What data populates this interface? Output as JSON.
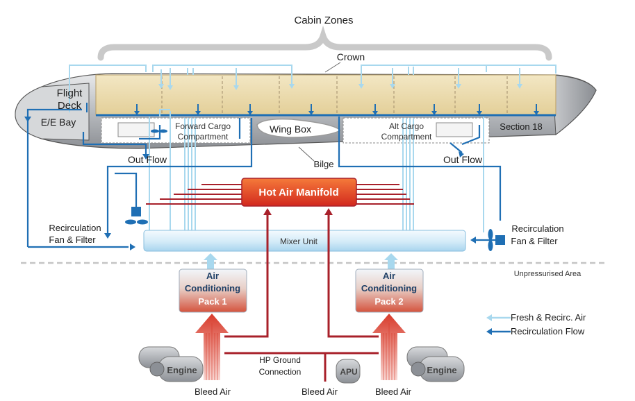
{
  "title": "Cabin Zones",
  "labels": {
    "crown": "Crown",
    "flight_deck_1": "Flight",
    "flight_deck_2": "Deck",
    "ee_bay": "E/E Bay",
    "fwd_cargo_1": "Forward Cargo",
    "fwd_cargo_2": "Compartment",
    "wing_box": "Wing Box",
    "aft_cargo_1": "Alt Cargo",
    "aft_cargo_2": "Compartment",
    "section_18": "Section 18",
    "out_flow_left": "Out Flow",
    "out_flow_right": "Out Flow",
    "bilge": "Bilge",
    "hot_air_manifold": "Hot Air Manifold",
    "recirc_left_1": "Recirculation",
    "recirc_left_2": "Fan & Filter",
    "recirc_right_1": "Recirculation",
    "recirc_right_2": "Fan & Filter",
    "mixer_unit": "Mixer Unit",
    "unpressurised": "Unpressurised Area",
    "pack1_1": "Air",
    "pack1_2": "Conditioning",
    "pack1_3": "Pack 1",
    "pack2_1": "Air",
    "pack2_2": "Conditioning",
    "pack2_3": "Pack 2",
    "engine_left": "Engine",
    "engine_right": "Engine",
    "apu": "APU",
    "hp_ground_1": "HP Ground",
    "hp_ground_2": "Connection",
    "bleed_left": "Bleed Air",
    "bleed_center": "Bleed Air",
    "bleed_right": "Bleed Air"
  },
  "legend": [
    {
      "label": "Fresh & Recirc. Air",
      "color": "#a8d8ee"
    },
    {
      "label": "Recirculation Flow",
      "color": "#1f6fb4"
    }
  ],
  "colors": {
    "fresh_air": "#a8d8ee",
    "recirc_flow": "#1f6fb4",
    "hot_air": "#a8202a",
    "cabin_fill": "#eedfb8",
    "fuselage": "#c8cacd"
  }
}
